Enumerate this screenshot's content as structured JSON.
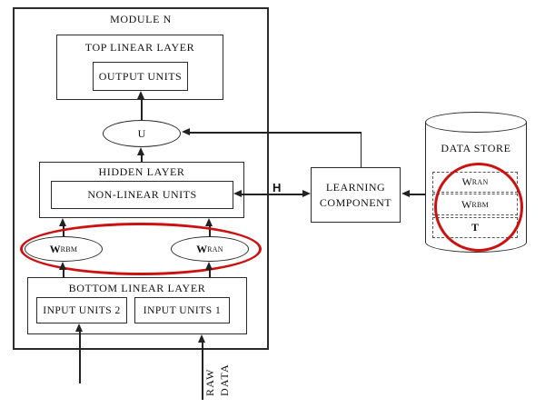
{
  "module": {
    "title": "MODULE N",
    "top_linear": {
      "title": "TOP LINEAR LAYER",
      "output_units": "OUTPUT UNITS"
    },
    "u_node": "U",
    "hidden": {
      "title": "HIDDEN LAYER",
      "nonlinear_units": "NON-LINEAR UNITS"
    },
    "weights": {
      "wrbm": {
        "main": "W",
        "sub": "RBM"
      },
      "wran": {
        "main": "W",
        "sub": "RAN"
      }
    },
    "bottom_linear": {
      "title": "BOTTOM LINEAR LAYER",
      "input_units_2": "INPUT UNITS 2",
      "input_units_1": "INPUT UNITS 1"
    }
  },
  "learning_component": {
    "line1": "LEARNING",
    "line2": "COMPONENT"
  },
  "data_store": {
    "title": "DATA STORE",
    "items": [
      {
        "main": "W",
        "sub": "RAN"
      },
      {
        "main": "W",
        "sub": "RBM"
      },
      {
        "main": "T",
        "sub": ""
      }
    ]
  },
  "labels": {
    "h": "H",
    "raw_data": "RAW\nDATA"
  },
  "colors": {
    "line": "#222222",
    "box_border": "#2b2b2b",
    "highlight_red": "#cc1111",
    "background": "#ffffff"
  }
}
